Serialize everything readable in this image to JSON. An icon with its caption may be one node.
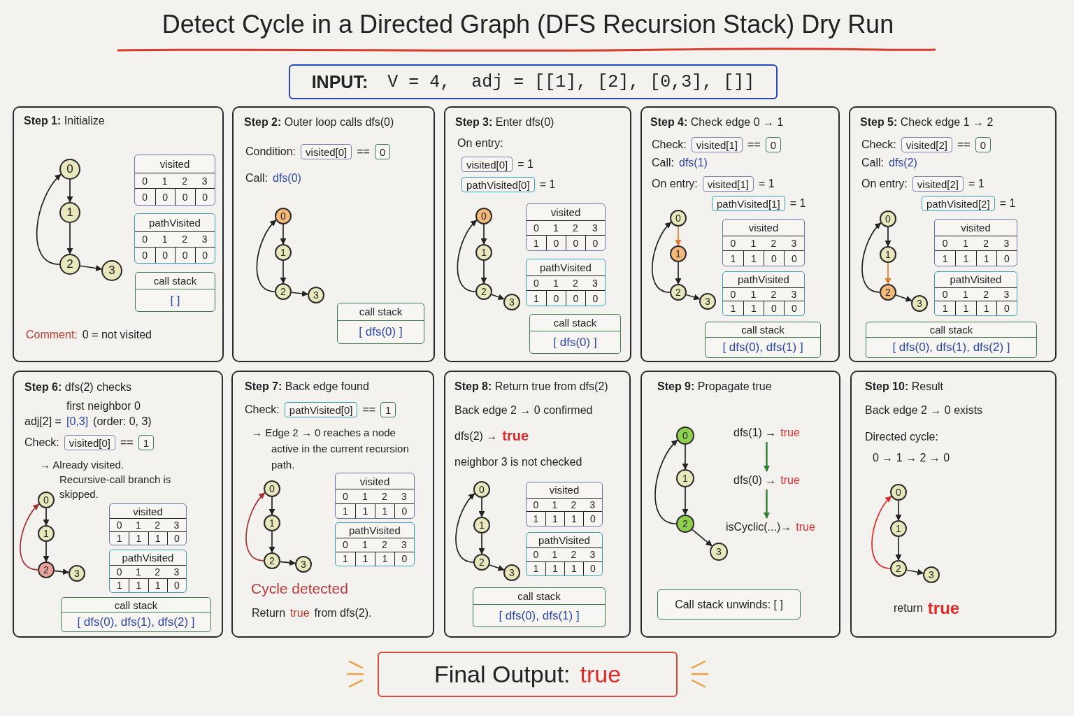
{
  "diagram": {
    "title": "Detect Cycle in a Directed Graph (DFS Recursion Stack) Dry Run",
    "nodes": [
      {
        "text": [
          "INPUT:",
          "V = 4,  adj = [[1], [2], [0,3], []]"
        ]
      },
      {
        "text": [
          "**Step 1:** Initialize",
          "Comment:",
          "0 = not visited"
        ]
      },
      {
        "text": [
          "0"
        ],
        "in": 1
      },
      {
        "text": [
          "1"
        ],
        "in": 1
      },
      {
        "text": [
          "2"
        ],
        "in": 1
      },
      {
        "text": [
          "3"
        ],
        "in": 1
      },
      {
        "text": [
          "visited",
          "0",
          "1",
          "2",
          "3",
          "0",
          "0",
          "0",
          "0"
        ],
        "in": 1
      },
      {
        "text": [
          "pathVisited",
          "0",
          "1",
          "2",
          "3",
          "0",
          "0",
          "0",
          "0"
        ],
        "in": 1
      },
      {
        "text": [
          "call stack",
          "[ ]"
        ],
        "in": 1
      },
      {
        "text": [
          "**Step 2:** Outer loop calls dfs(0)",
          "Condition:",
          "==",
          "Call:",
          "dfs(0)"
        ]
      },
      {
        "text": [
          "visited[0]"
        ],
        "in": 9
      },
      {
        "text": [
          "0"
        ],
        "in": 9
      },
      {
        "text": [
          "0"
        ],
        "in": 9
      },
      {
        "text": [
          "1"
        ],
        "in": 9
      },
      {
        "text": [
          "2"
        ],
        "in": 9
      },
      {
        "text": [
          "3"
        ],
        "in": 9
      },
      {
        "text": [
          "call stack",
          "[ dfs(0) ]"
        ],
        "in": 9
      },
      {
        "text": [
          "**Step 3:** Enter dfs(0)",
          "On entry:",
          "= 1",
          "= 1"
        ]
      },
      {
        "text": [
          "visited[0]"
        ],
        "in": 17
      },
      {
        "text": [
          "pathVisited[0]"
        ],
        "in": 17
      },
      {
        "text": [
          "0"
        ],
        "in": 17
      },
      {
        "text": [
          "1"
        ],
        "in": 17
      },
      {
        "text": [
          "2"
        ],
        "in": 17
      },
      {
        "text": [
          "3"
        ],
        "in": 17
      },
      {
        "text": [
          "visited",
          "0",
          "1",
          "2",
          "3",
          "1",
          "0",
          "0",
          "0"
        ],
        "in": 17
      },
      {
        "text": [
          "pathVisited",
          "0",
          "1",
          "2",
          "3",
          "1",
          "0",
          "0",
          "0"
        ],
        "in": 17
      },
      {
        "text": [
          "call stack",
          "[ dfs(0) ]"
        ],
        "in": 17
      },
      {
        "text": [
          "**Step 4:** Check edge 0 → 1",
          "Check:",
          "==",
          "Call:",
          "dfs(1)",
          "On entry:",
          "= 1",
          "= 1"
        ]
      },
      {
        "text": [
          "visited[1]"
        ],
        "in": 27
      },
      {
        "text": [
          "0"
        ],
        "in": 27
      },
      {
        "text": [
          "visited[1]"
        ],
        "in": 27
      },
      {
        "text": [
          "pathVisited[1]"
        ],
        "in": 27
      },
      {
        "text": [
          "0"
        ],
        "in": 27
      },
      {
        "text": [
          "1"
        ],
        "in": 27
      },
      {
        "text": [
          "2"
        ],
        "in": 27
      },
      {
        "text": [
          "3"
        ],
        "in": 27
      },
      {
        "text": [
          "visited",
          "0",
          "1",
          "2",
          "3",
          "1",
          "1",
          "0",
          "0"
        ],
        "in": 27
      },
      {
        "text": [
          "pathVisited",
          "0",
          "1",
          "2",
          "3",
          "1",
          "1",
          "0",
          "0"
        ],
        "in": 27
      },
      {
        "text": [
          "call stack",
          "[ dfs(0), dfs(1) ]"
        ],
        "in": 27
      },
      {
        "text": [
          "**Step 5:** Check edge 1 → 2",
          "Check:",
          "==",
          "Call:",
          "dfs(2)",
          "On entry:",
          "= 1",
          "= 1"
        ]
      },
      {
        "text": [
          "visited[2]"
        ],
        "in": 39
      },
      {
        "text": [
          "0"
        ],
        "in": 39
      },
      {
        "text": [
          "visited[2]"
        ],
        "in": 39
      },
      {
        "text": [
          "pathVisited[2]"
        ],
        "in": 39
      },
      {
        "text": [
          "0"
        ],
        "in": 39
      },
      {
        "text": [
          "1"
        ],
        "in": 39
      },
      {
        "text": [
          "2"
        ],
        "in": 39
      },
      {
        "text": [
          "3"
        ],
        "in": 39
      },
      {
        "text": [
          "visited",
          "0",
          "1",
          "2",
          "3",
          "1",
          "1",
          "1",
          "0"
        ],
        "in": 39
      },
      {
        "text": [
          "pathVisited",
          "0",
          "1",
          "2",
          "3",
          "1",
          "1",
          "1",
          "0"
        ],
        "in": 39
      },
      {
        "text": [
          "call stack",
          "[ dfs(0), dfs(1), dfs(2) ]"
        ],
        "in": 39
      },
      {
        "text": [
          "**Step 6:** dfs(2) checks first neighbor 0",
          "adj[2] =",
          "[0,3]",
          "(order: 0, 3)",
          "Check:",
          "==",
          "→ Already visited. Recursive-call branch is skipped."
        ]
      },
      {
        "text": [
          "visited[0]"
        ],
        "in": 51
      },
      {
        "text": [
          "1"
        ],
        "in": 51
      },
      {
        "text": [
          "0"
        ],
        "in": 51
      },
      {
        "text": [
          "1"
        ],
        "in": 51
      },
      {
        "text": [
          "2"
        ],
        "in": 51
      },
      {
        "text": [
          "3"
        ],
        "in": 51
      },
      {
        "text": [
          "visited",
          "0",
          "1",
          "2",
          "3",
          "1",
          "1",
          "1",
          "0"
        ],
        "in": 51
      },
      {
        "text": [
          "pathVisited",
          "0",
          "1",
          "2",
          "3",
          "1",
          "1",
          "1",
          "0"
        ],
        "in": 51
      },
      {
        "text": [
          "call stack",
          "[ dfs(0), dfs(1), dfs(2) ]"
        ],
        "in": 51
      },
      {
        "text": [
          "**Step 7:** Back edge found",
          "Check:",
          "==",
          "→ Edge 2 → 0 reaches a node active in the current recursion path.",
          "Cycle detected",
          "Return",
          "true",
          "from dfs(2)."
        ]
      },
      {
        "text": [
          "pathVisited[0]"
        ],
        "in": 61
      },
      {
        "text": [
          "1"
        ],
        "in": 61
      },
      {
        "text": [
          "0"
        ],
        "in": 61
      },
      {
        "text": [
          "1"
        ],
        "in": 61
      },
      {
        "text": [
          "2"
        ],
        "in": 61
      },
      {
        "text": [
          "3"
        ],
        "in": 61
      },
      {
        "text": [
          "visited",
          "0",
          "1",
          "2",
          "3",
          "1",
          "1",
          "1",
          "0"
        ],
        "in": 61
      },
      {
        "text": [
          "pathVisited",
          "0",
          "1",
          "2",
          "3",
          "1",
          "1",
          "1",
          "0"
        ],
        "in": 61
      },
      {
        "text": [
          "**Step 8:** Return true from dfs(2)",
          "Back edge 2 → 0 confirmed",
          "dfs(2) →",
          "true",
          "neighbor 3 is not checked"
        ]
      },
      {
        "text": [
          "0"
        ],
        "in": 70
      },
      {
        "text": [
          "1"
        ],
        "in": 70
      },
      {
        "text": [
          "2"
        ],
        "in": 70
      },
      {
        "text": [
          "3"
        ],
        "in": 70
      },
      {
        "text": [
          "visited",
          "0",
          "1",
          "2",
          "3",
          "1",
          "1",
          "1",
          "0"
        ],
        "in": 70
      },
      {
        "text": [
          "pathVisited",
          "0",
          "1",
          "2",
          "3",
          "1",
          "1",
          "1",
          "0"
        ],
        "in": 70
      },
      {
        "text": [
          "call stack",
          "[ dfs(0), dfs(1) ]"
        ],
        "in": 70
      },
      {
        "text": [
          "**Step 9:** Propagate true"
        ]
      },
      {
        "text": [
          "0"
        ],
        "in": 78
      },
      {
        "text": [
          "1"
        ],
        "in": 78
      },
      {
        "text": [
          "2"
        ],
        "in": 78
      },
      {
        "text": [
          "3"
        ],
        "in": 78
      },
      {
        "text": [
          "dfs(1) →",
          "true"
        ],
        "in": 78
      },
      {
        "text": [
          "dfs(0) →",
          "true"
        ],
        "in": 78
      },
      {
        "text": [
          "isCyclic(...)→",
          "true"
        ],
        "in": 78
      },
      {
        "text": [
          "Call stack unwinds: [ ]"
        ],
        "in": 78
      },
      {
        "text": [
          "**Step 10:** Result",
          "Back edge 2 → 0 exists",
          "Directed cycle:",
          "0 → 1 → 2 → 0",
          "return",
          "true"
        ]
      },
      {
        "text": [
          "0"
        ],
        "in": 87
      },
      {
        "text": [
          "1"
        ],
        "in": 87
      },
      {
        "text": [
          "2"
        ],
        "in": 87
      },
      {
        "text": [
          "3"
        ],
        "in": 87
      },
      {
        "text": [
          "Final Output:",
          "true"
        ]
      }
    ],
    "edges": [
      {
        "from": 2,
        "to": 3,
        "arrow": "to"
      },
      {
        "from": 3,
        "to": 4,
        "arrow": "to"
      },
      {
        "from": 4,
        "to": 2,
        "arrow": "to"
      },
      {
        "from": 4,
        "to": 5,
        "arrow": "to"
      },
      {
        "from": 12,
        "to": 13,
        "arrow": "to"
      },
      {
        "from": 13,
        "to": 14,
        "arrow": "to"
      },
      {
        "from": 14,
        "to": 12,
        "arrow": "to"
      },
      {
        "from": 14,
        "to": 15,
        "arrow": "to"
      },
      {
        "from": 20,
        "to": 21,
        "arrow": "to"
      },
      {
        "from": 21,
        "to": 22,
        "arrow": "to"
      },
      {
        "from": 22,
        "to": 20,
        "arrow": "to"
      },
      {
        "from": 22,
        "to": 23,
        "arrow": "to"
      },
      {
        "from": 32,
        "to": 33,
        "arrow": "to",
        "color": "#e07b28"
      },
      {
        "from": 33,
        "to": 34,
        "arrow": "to"
      },
      {
        "from": 34,
        "to": 32,
        "arrow": "to"
      },
      {
        "from": 34,
        "to": 35,
        "arrow": "to"
      },
      {
        "from": 44,
        "to": 45,
        "arrow": "to"
      },
      {
        "from": 45,
        "to": 46,
        "arrow": "to",
        "color": "#e07b28"
      },
      {
        "from": 46,
        "to": 44,
        "arrow": "to"
      },
      {
        "from": 46,
        "to": 47,
        "arrow": "to"
      },
      {
        "from": 54,
        "to": 55,
        "arrow": "to"
      },
      {
        "from": 55,
        "to": 56,
        "arrow": "to"
      },
      {
        "from": 56,
        "to": 54,
        "arrow": "to",
        "color": "#a83232"
      },
      {
        "from": 56,
        "to": 57,
        "arrow": "to"
      },
      {
        "from": 64,
        "to": 65,
        "arrow": "to"
      },
      {
        "from": 65,
        "to": 66,
        "arrow": "to"
      },
      {
        "from": 66,
        "to": 64,
        "arrow": "to",
        "color": "#a83232"
      },
      {
        "from": 66,
        "to": 67,
        "arrow": "to"
      },
      {
        "from": 71,
        "to": 72,
        "arrow": "to"
      },
      {
        "from": 72,
        "to": 73,
        "arrow": "to"
      },
      {
        "from": 73,
        "to": 71,
        "arrow": "to"
      },
      {
        "from": 73,
        "to": 74,
        "arrow": "to"
      },
      {
        "from": 79,
        "to": 80,
        "arrow": "to"
      },
      {
        "from": 80,
        "to": 81,
        "arrow": "to"
      },
      {
        "from": 81,
        "to": 79,
        "arrow": "to"
      },
      {
        "from": 81,
        "to": 82,
        "arrow": "to"
      },
      {
        "from": 88,
        "to": 89,
        "arrow": "to"
      },
      {
        "from": 89,
        "to": 90,
        "arrow": "to"
      },
      {
        "from": 90,
        "to": 88,
        "arrow": "to",
        "color": "#e02a2a"
      },
      {
        "from": 90,
        "to": 91,
        "arrow": "to"
      },
      {
        "from": 83,
        "to": 84,
        "arrow": "to",
        "color": "#2e7d32"
      },
      {
        "from": 84,
        "to": 85,
        "arrow": "to",
        "color": "#2e7d32"
      }
    ]
  }
}
